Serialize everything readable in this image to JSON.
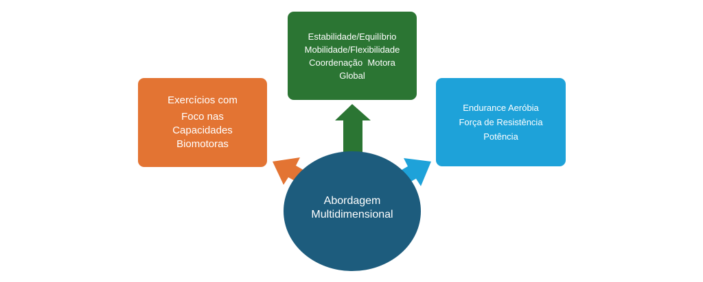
{
  "colors": {
    "background": "#ffffff",
    "orange": "#e37433",
    "green": "#2b7533",
    "blue_light": "#1ea2d9",
    "blue_dark": "#1d5c7d",
    "text": "#ffffff"
  },
  "left_box": {
    "lines": [
      "Exercícios com",
      "Foco nas",
      "Capacidades",
      "Biomotoras"
    ]
  },
  "top_box": {
    "lines": [
      "Estabilidade/Equilíbrio",
      "Mobilidade/Flexibilidade",
      "Coordenação  Motora",
      "Global"
    ]
  },
  "right_box": {
    "lines": [
      "Endurance Aeróbia",
      "Força de Resistência",
      "Potência"
    ]
  },
  "center": {
    "lines": [
      "Abordagem",
      "Multidimensional"
    ]
  },
  "arrows": {
    "up": "arrow-up-icon",
    "left": "arrow-upleft-icon",
    "right": "arrow-upright-icon"
  }
}
